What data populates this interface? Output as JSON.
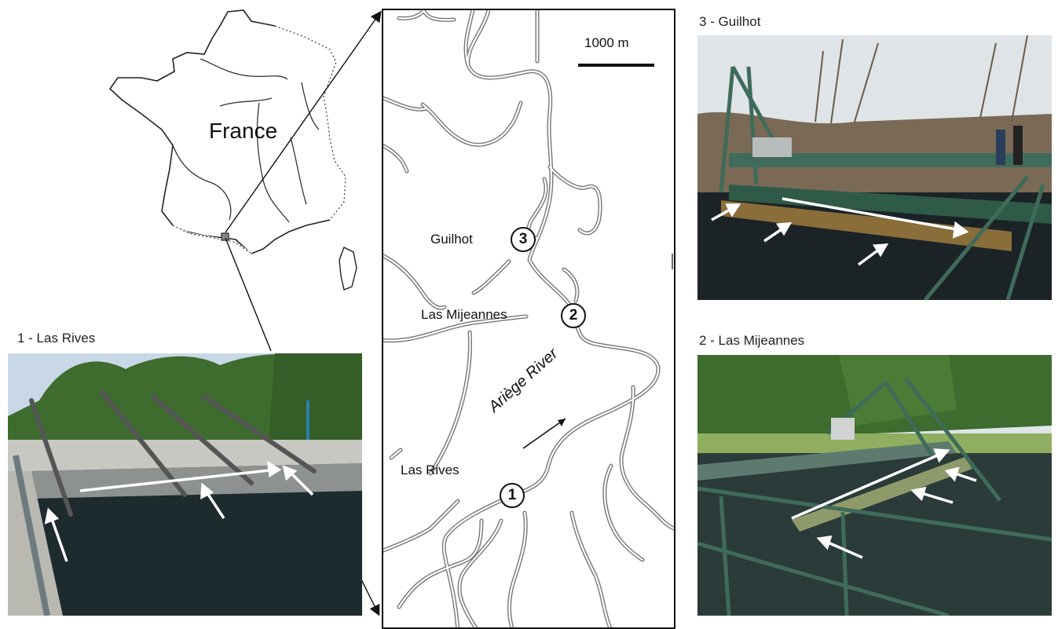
{
  "inset": {
    "country_label": "France"
  },
  "map": {
    "scale_label": "1000 m",
    "river_label": "Ariège River",
    "places": [
      {
        "name": "Guilhot",
        "number": "3"
      },
      {
        "name": "Las Mijeannes",
        "number": "2"
      },
      {
        "name": "Las Rives",
        "number": "1"
      }
    ]
  },
  "photos": {
    "las_rives": {
      "caption": "1 - Las Rives"
    },
    "guilhot": {
      "caption": "3 - Guilhot"
    },
    "las_mijeannes": {
      "caption": "2 - Las Mijeannes"
    }
  },
  "colors": {
    "water": "#1d2a2e",
    "foliage": "#3e6b2e",
    "metal": "#3f6b5a",
    "sky": "#e8eef3",
    "arrow": "#ffffff"
  }
}
